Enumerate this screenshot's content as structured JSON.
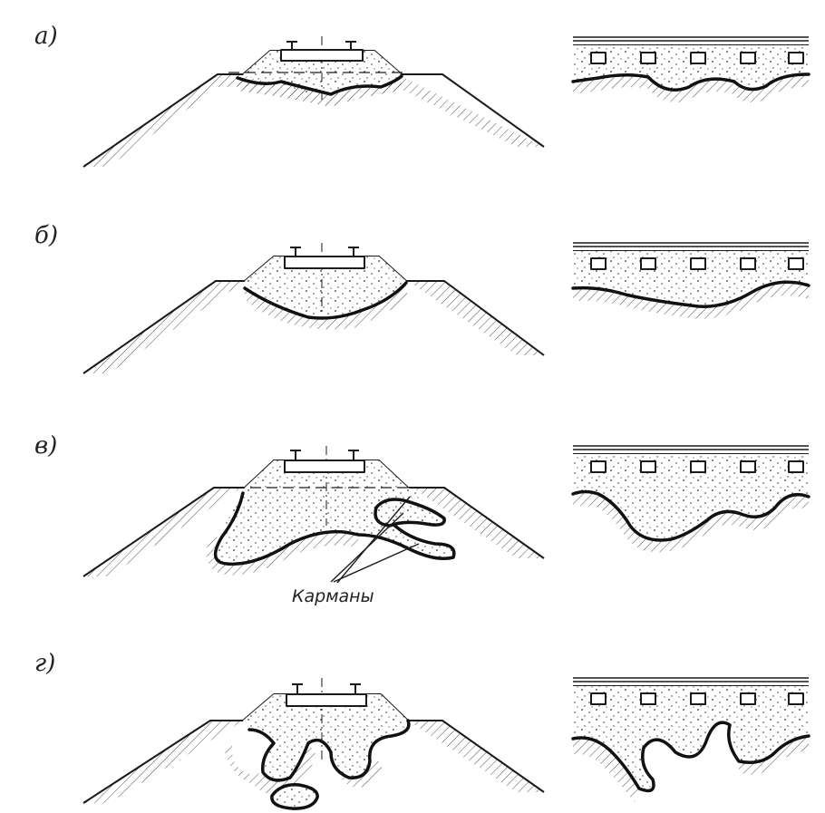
{
  "panels": [
    {
      "id": "a",
      "label": "а)"
    },
    {
      "id": "b",
      "label": "б)"
    },
    {
      "id": "v",
      "label": "в)"
    },
    {
      "id": "g",
      "label": "г)"
    }
  ],
  "annotations": {
    "pockets_label": "Карманы"
  }
}
